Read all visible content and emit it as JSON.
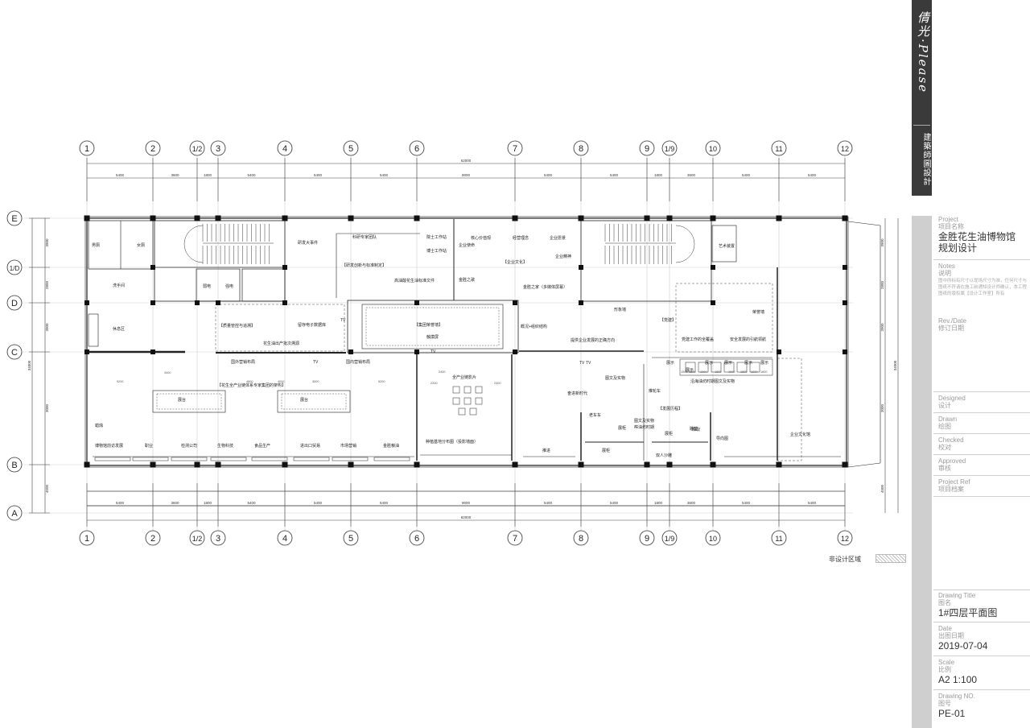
{
  "brand": {
    "logo_text": "倩光·Please",
    "sub_text": "建築師圖設計"
  },
  "grid": {
    "columns": [
      "1",
      "2",
      "1/2",
      "3",
      "4",
      "5",
      "6",
      "7",
      "8",
      "9",
      "1/9",
      "10",
      "11",
      "12"
    ],
    "rows": [
      "E",
      "1/D",
      "D",
      "C",
      "B",
      "A"
    ],
    "top_dims": [
      "5400",
      "3600",
      "1800",
      "5400",
      "5400",
      "5400",
      "9000",
      "5400",
      "5400",
      "1800",
      "3600",
      "5400",
      "5400"
    ],
    "total_dim": "62000",
    "left_dims": [
      "3900",
      "2800",
      "3900",
      "3000",
      "4500"
    ],
    "left_total": "34000",
    "right_dims": [
      "3900",
      "2800",
      "3900",
      "3000",
      "4500"
    ]
  },
  "rooms": {
    "r1": "男厕",
    "r2": "女厕",
    "r3": "洗手间",
    "r4": "休息区",
    "r5": "弱电",
    "r6": "强电",
    "r7": "研发大事件",
    "r8": "科研专家团队",
    "r9": "【研发创新与标准制定】",
    "r10": "高油酸花生油标准文件",
    "r11": "院士工作站",
    "r12": "博士工作站",
    "r13": "核心价值观",
    "r14": "经营理念",
    "r15": "企业愿景",
    "r16": "企业使命",
    "r17": "企业精神",
    "r18": "【企业文化】",
    "r19": "金胜之歌",
    "r20": "金胜之家（多媒体屏幕）",
    "r21": "艺术装置",
    "r22": "形象墙",
    "r23": "【党建】",
    "r24": "党建工作的全覆盖",
    "r25": "安全发展的引航领航",
    "r26": "荣誉墙",
    "r27": "【质量管控与追溯】",
    "r28": "花生油出产批次溯源",
    "r29": "留存电子数据库",
    "r30": "国外营销布局",
    "r31": "国内营销布局",
    "r32": "【集团荣誉墙】",
    "r33": "触摸屏",
    "r34": "概况+组织结构",
    "r35": "提供企业发展的正确方向",
    "r36": "【花生全产业链体系专家集团的架构】",
    "r37": "展台",
    "r38": "展台",
    "r39": "全产业链影片",
    "r40": "奋进新时代",
    "r41": "图文及实物",
    "r42": "推轮车",
    "r43": "【发展历程】",
    "r44": "沿海油坊时期图文及实物",
    "r45": "老车车",
    "r46": "展柜",
    "r47": "图文及实物",
    "r48": "榨油坊时期",
    "r49": "展柜",
    "r50": "榨取",
    "r51": "导向图",
    "r52": "企业文化馆",
    "r53": "双人沙雕",
    "r54": "蜡烛",
    "r55": "种植基地分布图（投影墙面）",
    "r56": "推进",
    "r57": "展柜",
    "r58": "雕塑",
    "r59": "展示",
    "r60": "展示",
    "r61": "展示",
    "r62": "展示",
    "r63": "展示",
    "r64": "展示"
  },
  "bottom_labels": [
    "博物馆前访发展",
    "职业",
    "检测公司",
    "生物科技",
    "食品生产",
    "进出口贸易",
    "市场营销",
    "金胜粮油"
  ],
  "tv_labels": [
    "TV",
    "TV",
    "TV",
    "TV",
    "TV"
  ],
  "small_dims": {
    "d1": "5200",
    "d2": "4800",
    "d3": "4000",
    "d4": "3000",
    "d5": "5200",
    "d6": "2200",
    "d7": "2400",
    "d8": "2300",
    "d9": "3400",
    "d10": "1500",
    "d11": "1800",
    "d12": "1000",
    "d13": "1800",
    "d14": "1000",
    "d15": "1800",
    "d16": "1000",
    "d17": "1800"
  },
  "legend": {
    "label": "非设计区域"
  },
  "title_block": {
    "project_en": "Project",
    "project_cn": "项目名称",
    "project_name_l1": "金胜花生油博物馆",
    "project_name_l2": "规划设计",
    "notes_en": "Notes",
    "notes_cn": "说明",
    "notes_text": "图中所标有尺寸以现场尺寸为准，任何尺寸与图纸不符请在施工前通知设计师确认，本工程图纸的版权属【设计工作室】所有",
    "rev_en": "Rev./Date",
    "rev_cn": "修订日期",
    "designed_en": "Designed",
    "designed_cn": "设计",
    "drawn_en": "Drawn",
    "drawn_cn": "绘图",
    "checked_en": "Checked",
    "checked_cn": "校对",
    "approved_en": "Approved",
    "approved_cn": "审核",
    "ref_en": "Project Ref",
    "ref_cn": "项目档案",
    "title_en": "Drawing Title",
    "title_cn": "图名",
    "title_val": "1#四层平面图",
    "date_en": "Date",
    "date_cn": "出图日期",
    "date_val": "2019-07-04",
    "scale_en": "Scale",
    "scale_cn": "比例",
    "scale_val": "A2  1:100",
    "no_en": "Drawing NO.",
    "no_cn": "图号",
    "no_val": "PE-01"
  }
}
